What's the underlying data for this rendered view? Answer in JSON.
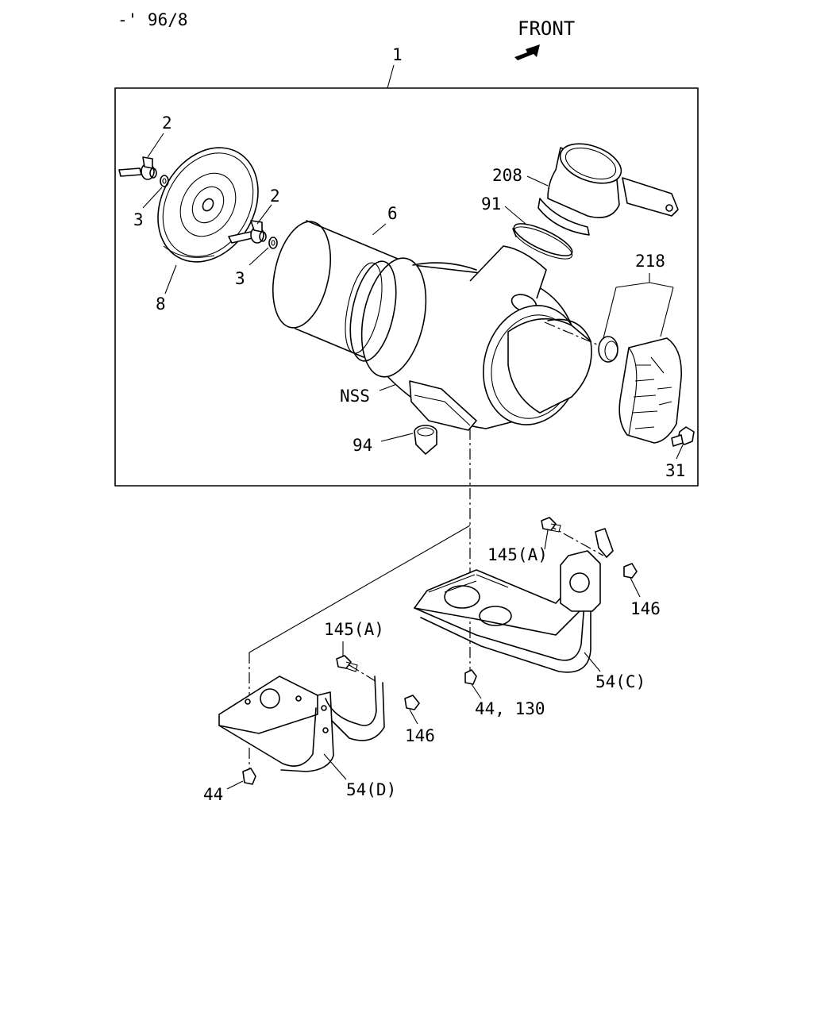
{
  "header": {
    "range_code": "-' 96/8",
    "front_label": "FRONT"
  },
  "callouts": {
    "assembly": "1",
    "wing_nut_upper": "2",
    "wing_nut_lower": "2",
    "washer_upper": "3",
    "washer_lower": "3",
    "cover": "8",
    "element": "6",
    "outlet_duct": "208",
    "clamp": "91",
    "inlet_duct": "218",
    "not_serviced": "NSS",
    "drain_valve": "94",
    "screw_31": "31",
    "bolt_145a_upper": "145(A)",
    "nut_146_upper": "146",
    "bracket_54c": "54(C)",
    "bolt_44_130": "44, 130",
    "bolt_145a_lower": "145(A)",
    "nut_146_lower": "146",
    "bolt_44": "44",
    "bracket_54d": "54(D)"
  },
  "colors": {
    "line": "#000000",
    "background": "#ffffff"
  }
}
